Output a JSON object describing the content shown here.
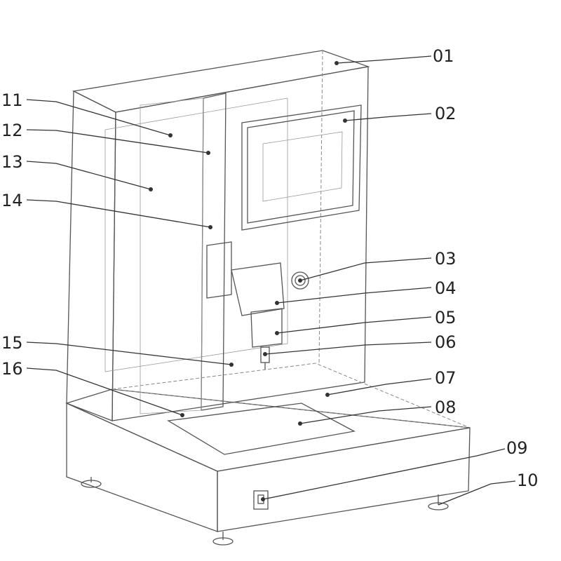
{
  "diagram": {
    "callouts": [
      {
        "id": "01",
        "side": "right"
      },
      {
        "id": "02",
        "side": "right"
      },
      {
        "id": "03",
        "side": "right"
      },
      {
        "id": "04",
        "side": "right"
      },
      {
        "id": "05",
        "side": "right"
      },
      {
        "id": "06",
        "side": "right"
      },
      {
        "id": "07",
        "side": "right"
      },
      {
        "id": "08",
        "side": "right"
      },
      {
        "id": "09",
        "side": "right"
      },
      {
        "id": "10",
        "side": "right"
      },
      {
        "id": "11",
        "side": "left"
      },
      {
        "id": "12",
        "side": "left"
      },
      {
        "id": "13",
        "side": "left"
      },
      {
        "id": "14",
        "side": "left"
      },
      {
        "id": "15",
        "side": "left"
      },
      {
        "id": "16",
        "side": "left"
      }
    ],
    "colors": {
      "line": "#555555",
      "text": "#222222"
    }
  }
}
